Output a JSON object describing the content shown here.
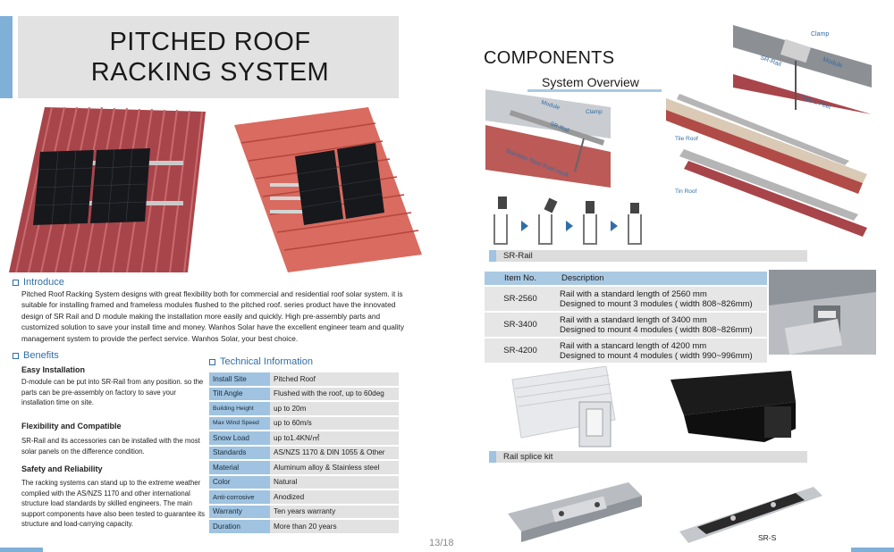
{
  "left": {
    "title_line1": "PITCHED ROOF",
    "title_line2": "RACKING SYSTEM",
    "introduce": {
      "heading": "Introduce",
      "text": "Pitched Roof Racking System designs with great flexibility both for commercial and residential roof solar system. it is suitable for installing framed and frameless modules flushed to the pitched roof. series product have the innovated design of SR Rail and D module making the installation more easily and quickly. High pre-assembly parts and customized solution to save your install time and money. Wanhos Solar have the excellent engineer team and quality management system to provide the perfect service. Wanhos Solar, your best choice."
    },
    "benefits": {
      "heading": "Benefits",
      "items": [
        {
          "title": "Easy Installation",
          "text": "D-module can be put into SR-Rail from any position. so the parts can be pre-assembly on factory to save your installation time on site."
        },
        {
          "title": "Flexibility and Compatible",
          "text": "SR-Rail and its accessories can be installed with the most solar panels on the difference condition."
        },
        {
          "title": "Safety and Reliability",
          "text": "The racking systems can stand up to the extreme weather complied with the AS/NZS 1170 and other international structure load standards by skilled engineers. The main support components have also been tested to guarantee its structure and load-carrying capacity."
        }
      ]
    },
    "technical": {
      "heading": "Technical Information",
      "rows": [
        {
          "k": "Install Site",
          "v": "Pitched Roof"
        },
        {
          "k": "Tilt Angle",
          "v": "Flushed with the roof, up to 60deg"
        },
        {
          "k": "Building Height",
          "v": "up to 20m"
        },
        {
          "k": "Max Wind Speed",
          "v": "up to 60m/s"
        },
        {
          "k": "Snow Load",
          "v": "up to1.4KN/㎡"
        },
        {
          "k": "Standards",
          "v": "AS/NZS 1170 & DIN 1055 & Other"
        },
        {
          "k": "Material",
          "v": "Aluminum alloy & Stainless steel"
        },
        {
          "k": "Color",
          "v": "Natural"
        },
        {
          "k": "Anti-corrosive",
          "v": "Anodized"
        },
        {
          "k": "Warranty",
          "v": "Ten years warranty"
        },
        {
          "k": "Duration",
          "v": "More than 20 years"
        }
      ]
    },
    "page_number": "13/18"
  },
  "right": {
    "components_title": "COMPONENTS",
    "overview_title": "System Overview",
    "diagram_labels": {
      "clamp": "Clamp",
      "sr_rail": "SR-Rail",
      "module": "Module",
      "new_l_feet": "New L Feet",
      "module2": "Module",
      "clamp2": "Clamp",
      "sr_rail2": "SR-Rail",
      "roof_hook": "Stainless Steel Roof Hook",
      "tile_roof": "Tile Roof",
      "tin_roof": "Tin Roof"
    },
    "sr_rail_label": "SR-Rail",
    "item_table": {
      "headers": [
        "Item No.",
        "Description"
      ],
      "rows": [
        {
          "no": "SR-2560",
          "d1": "Rail with a standard length of 2560 mm",
          "d2": "Designed to mount 3 modules ( width 808~826mm)"
        },
        {
          "no": "SR-3400",
          "d1": "Rail with a standard length of 3400 mm",
          "d2": "Designed to mount 4 modules ( width 808~826mm)"
        },
        {
          "no": "SR-4200",
          "d1": "Rail with a stancard length of 4200 mm",
          "d2": "Designed to mount 4 modules ( width 990~996mm)"
        }
      ]
    },
    "splice_label": "Rail splice kit",
    "srs_label": "SR-S"
  },
  "colors": {
    "accent_blue": "#9fc3e0",
    "title_box": "#e2e2e2",
    "roof_red": "#a8454a"
  }
}
